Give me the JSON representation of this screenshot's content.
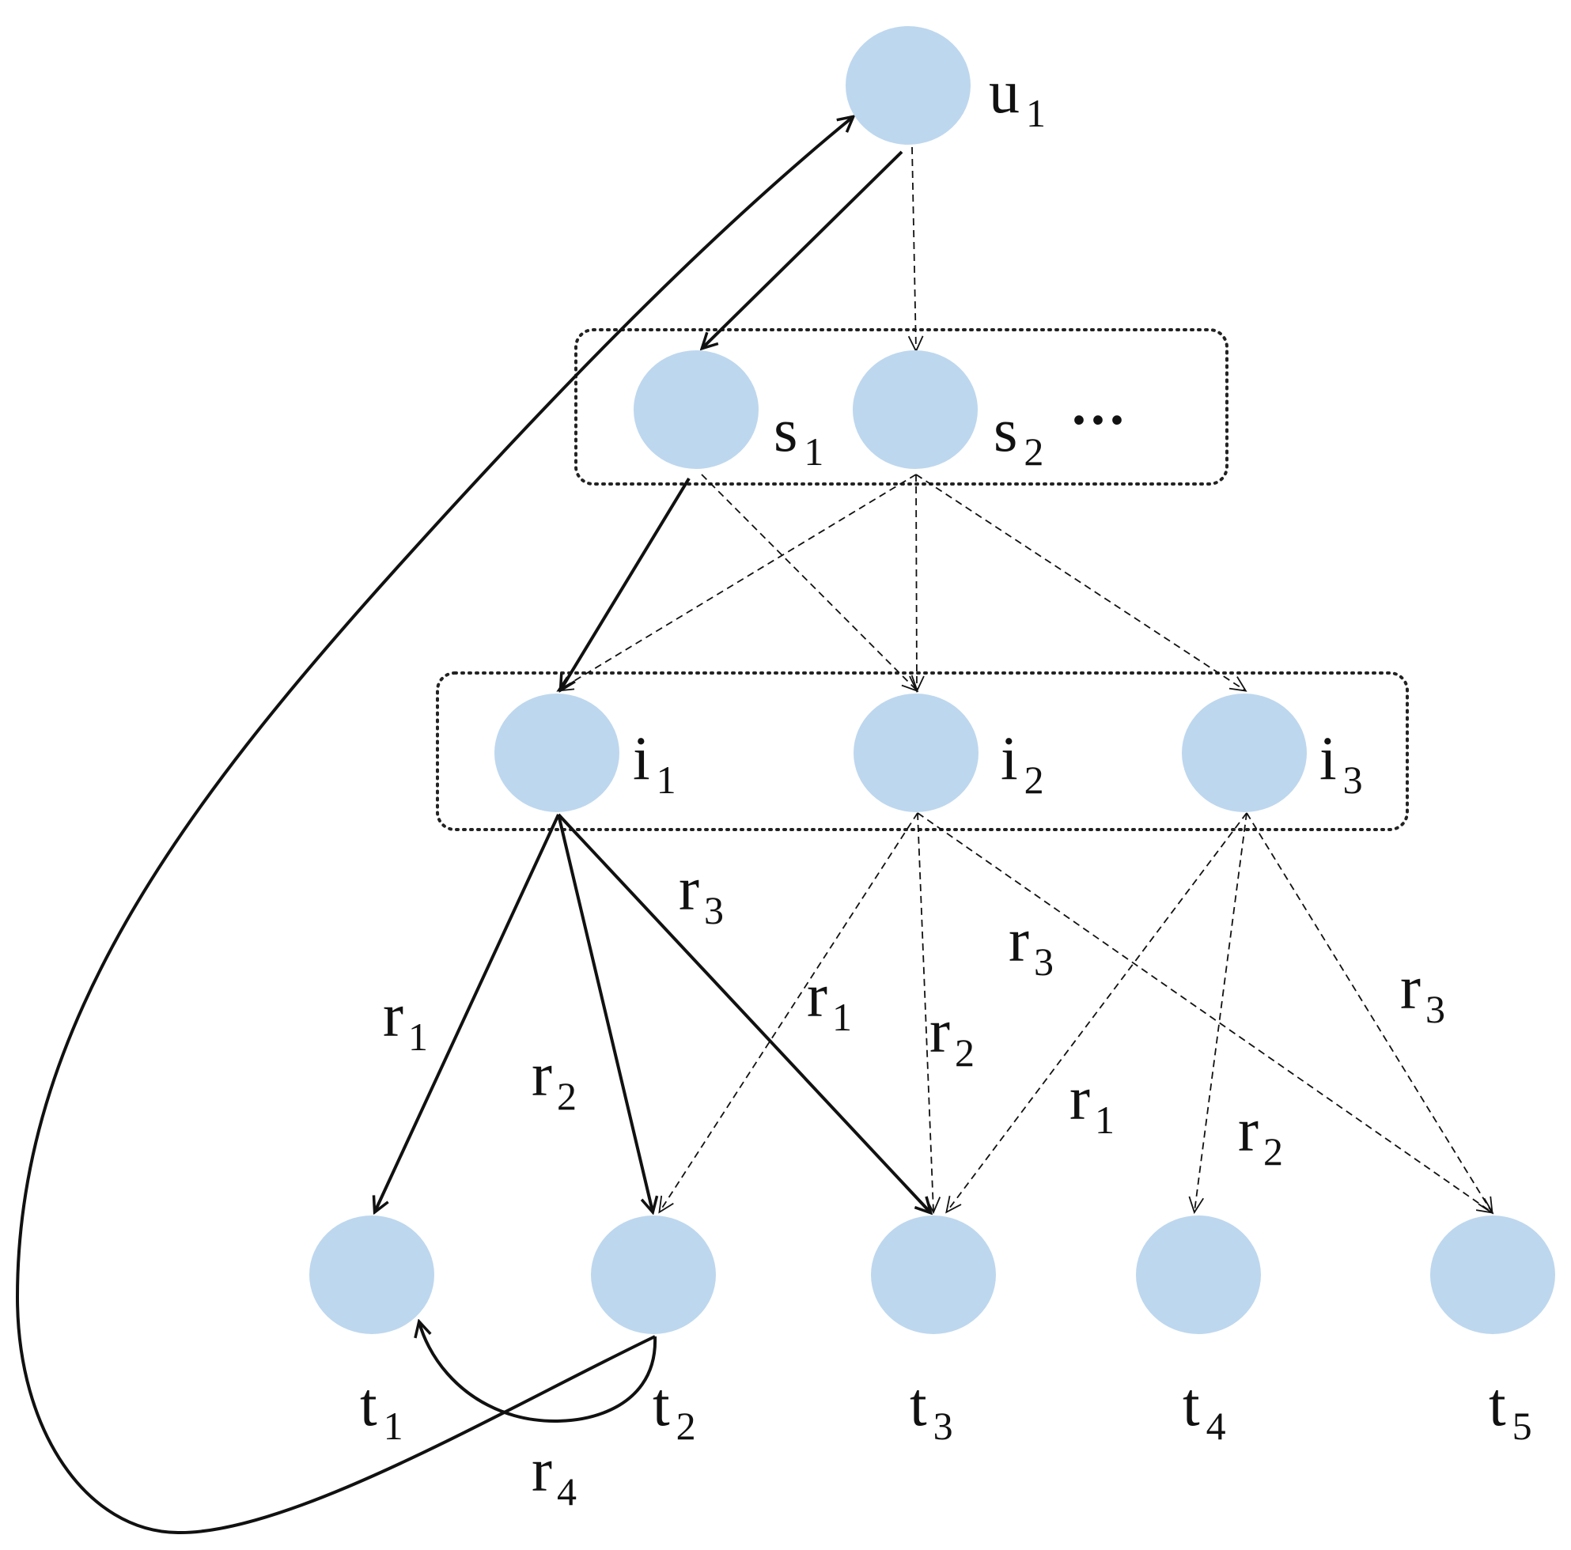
{
  "diagram": {
    "nodes": {
      "u1": {
        "base": "u",
        "sub": "1"
      },
      "s1": {
        "base": "s",
        "sub": "1"
      },
      "s2": {
        "base": "s",
        "sub": "2"
      },
      "s_more": "···",
      "i1": {
        "base": "i",
        "sub": "1"
      },
      "i2": {
        "base": "i",
        "sub": "2"
      },
      "i3": {
        "base": "i",
        "sub": "3"
      },
      "t1": {
        "base": "t",
        "sub": "1"
      },
      "t2": {
        "base": "t",
        "sub": "2"
      },
      "t3": {
        "base": "t",
        "sub": "3"
      },
      "t4": {
        "base": "t",
        "sub": "4"
      },
      "t5": {
        "base": "t",
        "sub": "5"
      }
    },
    "edge_labels": {
      "r1": {
        "base": "r",
        "sub": "1"
      },
      "r2": {
        "base": "r",
        "sub": "2"
      },
      "r3": {
        "base": "r",
        "sub": "3"
      },
      "r4": {
        "base": "r",
        "sub": "4"
      }
    },
    "edges": [
      {
        "from": "u1",
        "to": "s1",
        "style": "solid"
      },
      {
        "from": "u1",
        "to": "s2",
        "style": "dashed"
      },
      {
        "from": "s1",
        "to": "i1",
        "style": "solid"
      },
      {
        "from": "s1",
        "to": "i2",
        "style": "dashed"
      },
      {
        "from": "s2",
        "to": "i1",
        "style": "dashed"
      },
      {
        "from": "s2",
        "to": "i2",
        "style": "dashed"
      },
      {
        "from": "s2",
        "to": "i3",
        "style": "dashed"
      },
      {
        "from": "i1",
        "to": "t1",
        "label": "r1",
        "style": "solid"
      },
      {
        "from": "i1",
        "to": "t2",
        "label": "r2",
        "style": "solid"
      },
      {
        "from": "i1",
        "to": "t3",
        "label": "r3",
        "style": "solid"
      },
      {
        "from": "i2",
        "to": "t2",
        "label": "r1",
        "style": "dashed"
      },
      {
        "from": "i2",
        "to": "t3",
        "label": "r2",
        "style": "dashed"
      },
      {
        "from": "i2",
        "to": "t5",
        "label": "r3",
        "style": "dashed"
      },
      {
        "from": "i3",
        "to": "t3",
        "label": "r1",
        "style": "dashed"
      },
      {
        "from": "i3",
        "to": "t4",
        "label": "r2",
        "style": "dashed"
      },
      {
        "from": "i3",
        "to": "t5",
        "label": "r3",
        "style": "dashed"
      },
      {
        "from": "t2",
        "to": "t1",
        "label": "r4",
        "style": "solid"
      },
      {
        "from": "t2",
        "to": "u1",
        "style": "solid"
      }
    ],
    "colors": {
      "node_fill": "#bdd7ee",
      "edge": "#111111"
    }
  }
}
